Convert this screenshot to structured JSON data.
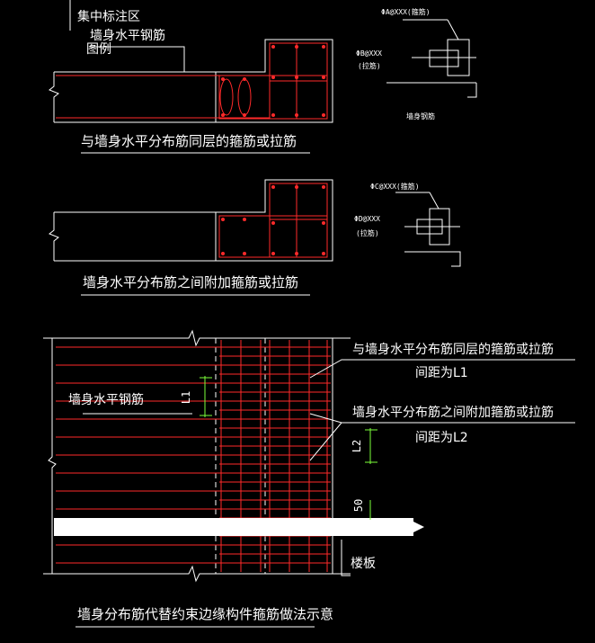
{
  "colors": {
    "background": "#000000",
    "rebar": "#ff2a2a",
    "lines": "#ffffff",
    "dims": "#7dff3a"
  },
  "top_labels": {
    "t1": "集中标注区",
    "t2": "墙身水平钢筋",
    "t3": "图例"
  },
  "detail1": {
    "caption": "与墙身水平分布筋同层的箍筋或拉筋",
    "note_a": "ΦA@XXX(箍筋)",
    "note_b": "ΦB@XXX",
    "note_b2": "(拉筋)",
    "note_c": "墙身钢筋"
  },
  "detail2": {
    "caption": "墙身水平分布筋之间附加箍筋或拉筋",
    "note_c": "ΦC@XXX(箍筋)",
    "note_d": "ΦD@XXX",
    "note_d2": "(拉筋)"
  },
  "elevation": {
    "label_left": "墙身水平钢筋",
    "callout1": "与墙身水平分布筋同层的箍筋或拉筋",
    "callout1_sub": "间距为L1",
    "callout2": "墙身水平分布筋之间附加箍筋或拉筋",
    "callout2_sub": "间距为L2",
    "dim_l1": "L1",
    "dim_l2": "L2",
    "dim_50": "50",
    "slab": "楼板",
    "caption": "墙身分布筋代替约束边缘构件箍筋做法示意"
  }
}
